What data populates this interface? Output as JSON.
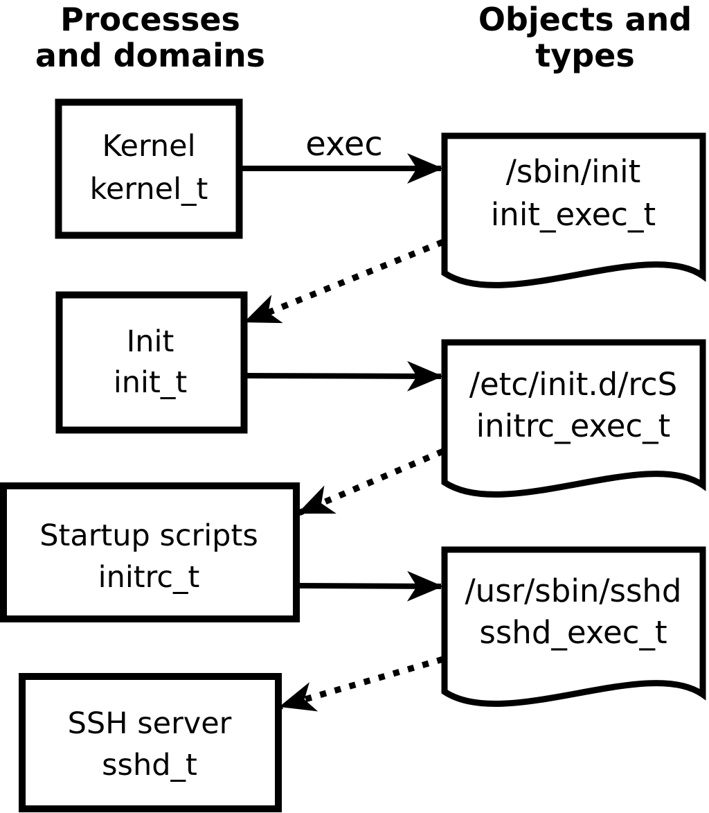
{
  "diagram": {
    "headers": {
      "left": {
        "line1": "Processes",
        "line2": "and domains"
      },
      "right": {
        "line1": "Objects and",
        "line2": "types"
      }
    },
    "edge_label": "exec",
    "processes": [
      {
        "label": "Kernel",
        "type": "kernel_t"
      },
      {
        "label": "Init",
        "type": "init_t"
      },
      {
        "label": "Startup scripts",
        "type": "initrc_t"
      },
      {
        "label": "SSH server",
        "type": "sshd_t"
      }
    ],
    "objects": [
      {
        "path": "/sbin/init",
        "type": "init_exec_t"
      },
      {
        "path": "/etc/init.d/rcS",
        "type": "initrc_exec_t"
      },
      {
        "path": "/usr/sbin/sshd",
        "type": "sshd_exec_t"
      }
    ],
    "colors": {
      "foreground": "#000000",
      "background": "#ffffff"
    }
  }
}
